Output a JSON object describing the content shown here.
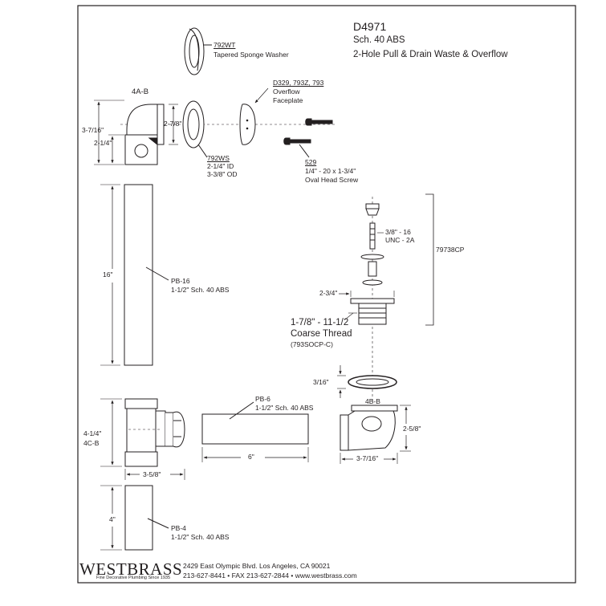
{
  "header": {
    "model": "D4971",
    "line1": "Sch. 40 ABS",
    "line2": "2-Hole Pull & Drain Waste & Overflow"
  },
  "parts": {
    "washer_792wt": {
      "code": "792WT",
      "name": "Tapered Sponge Washer"
    },
    "elbow_4ab": {
      "code": "4A-B",
      "dim_height": "3-7/16\"",
      "dim_lower": "2-1/4\"",
      "dim_width": "2-7/8\""
    },
    "washer_792ws": {
      "code": "792WS",
      "id": "2-1/4\" ID",
      "od": "3-3/8\" OD"
    },
    "faceplate": {
      "codes": "D329, 793Z, 793",
      "line1": "Overflow",
      "line2": "Faceplate"
    },
    "screw_529": {
      "code": "529",
      "spec": "1/4\" - 20 x 1-3/4\"",
      "name": "Oval Head Screw"
    },
    "pipe_pb16": {
      "code": "PB-16",
      "spec": "1-1/2\" Sch. 40 ABS",
      "length": "16\""
    },
    "drain_79738cp": {
      "code": "79738CP",
      "stem_thread": "3/8\" - 16",
      "stem_class": "UNC - 2A",
      "flange_dim": "2-3/4\"",
      "thread_dim": "1-7/8\" - 11-1/2",
      "thread_name": "Coarse Thread",
      "thread_code": "(793SOCP-C)"
    },
    "gasket": {
      "dim": "3/16\""
    },
    "tee_4cb": {
      "code": "4C-B",
      "height": "4-1/4\"",
      "width": "3-5/8\""
    },
    "pipe_pb6": {
      "code": "PB-6",
      "spec": "1-1/2\" Sch. 40 ABS",
      "length": "6\""
    },
    "shoe_4bb": {
      "code": "4B-B",
      "height": "2-5/8\"",
      "width": "3-7/16\""
    },
    "pipe_pb4": {
      "code": "PB-4",
      "spec": "1-1/2\" Sch. 40 ABS",
      "length": "4\""
    }
  },
  "footer": {
    "brand": "WESTBRASS",
    "tagline": "Fine Decorative Plumbing Since 1935",
    "address": "2429 East Olympic Blvd. Los Angeles, CA  90021",
    "contact": "213-627-8441 • FAX 213-627-2844 • www.westbrass.com"
  },
  "colors": {
    "ink": "#231f20",
    "paper": "#ffffff"
  }
}
